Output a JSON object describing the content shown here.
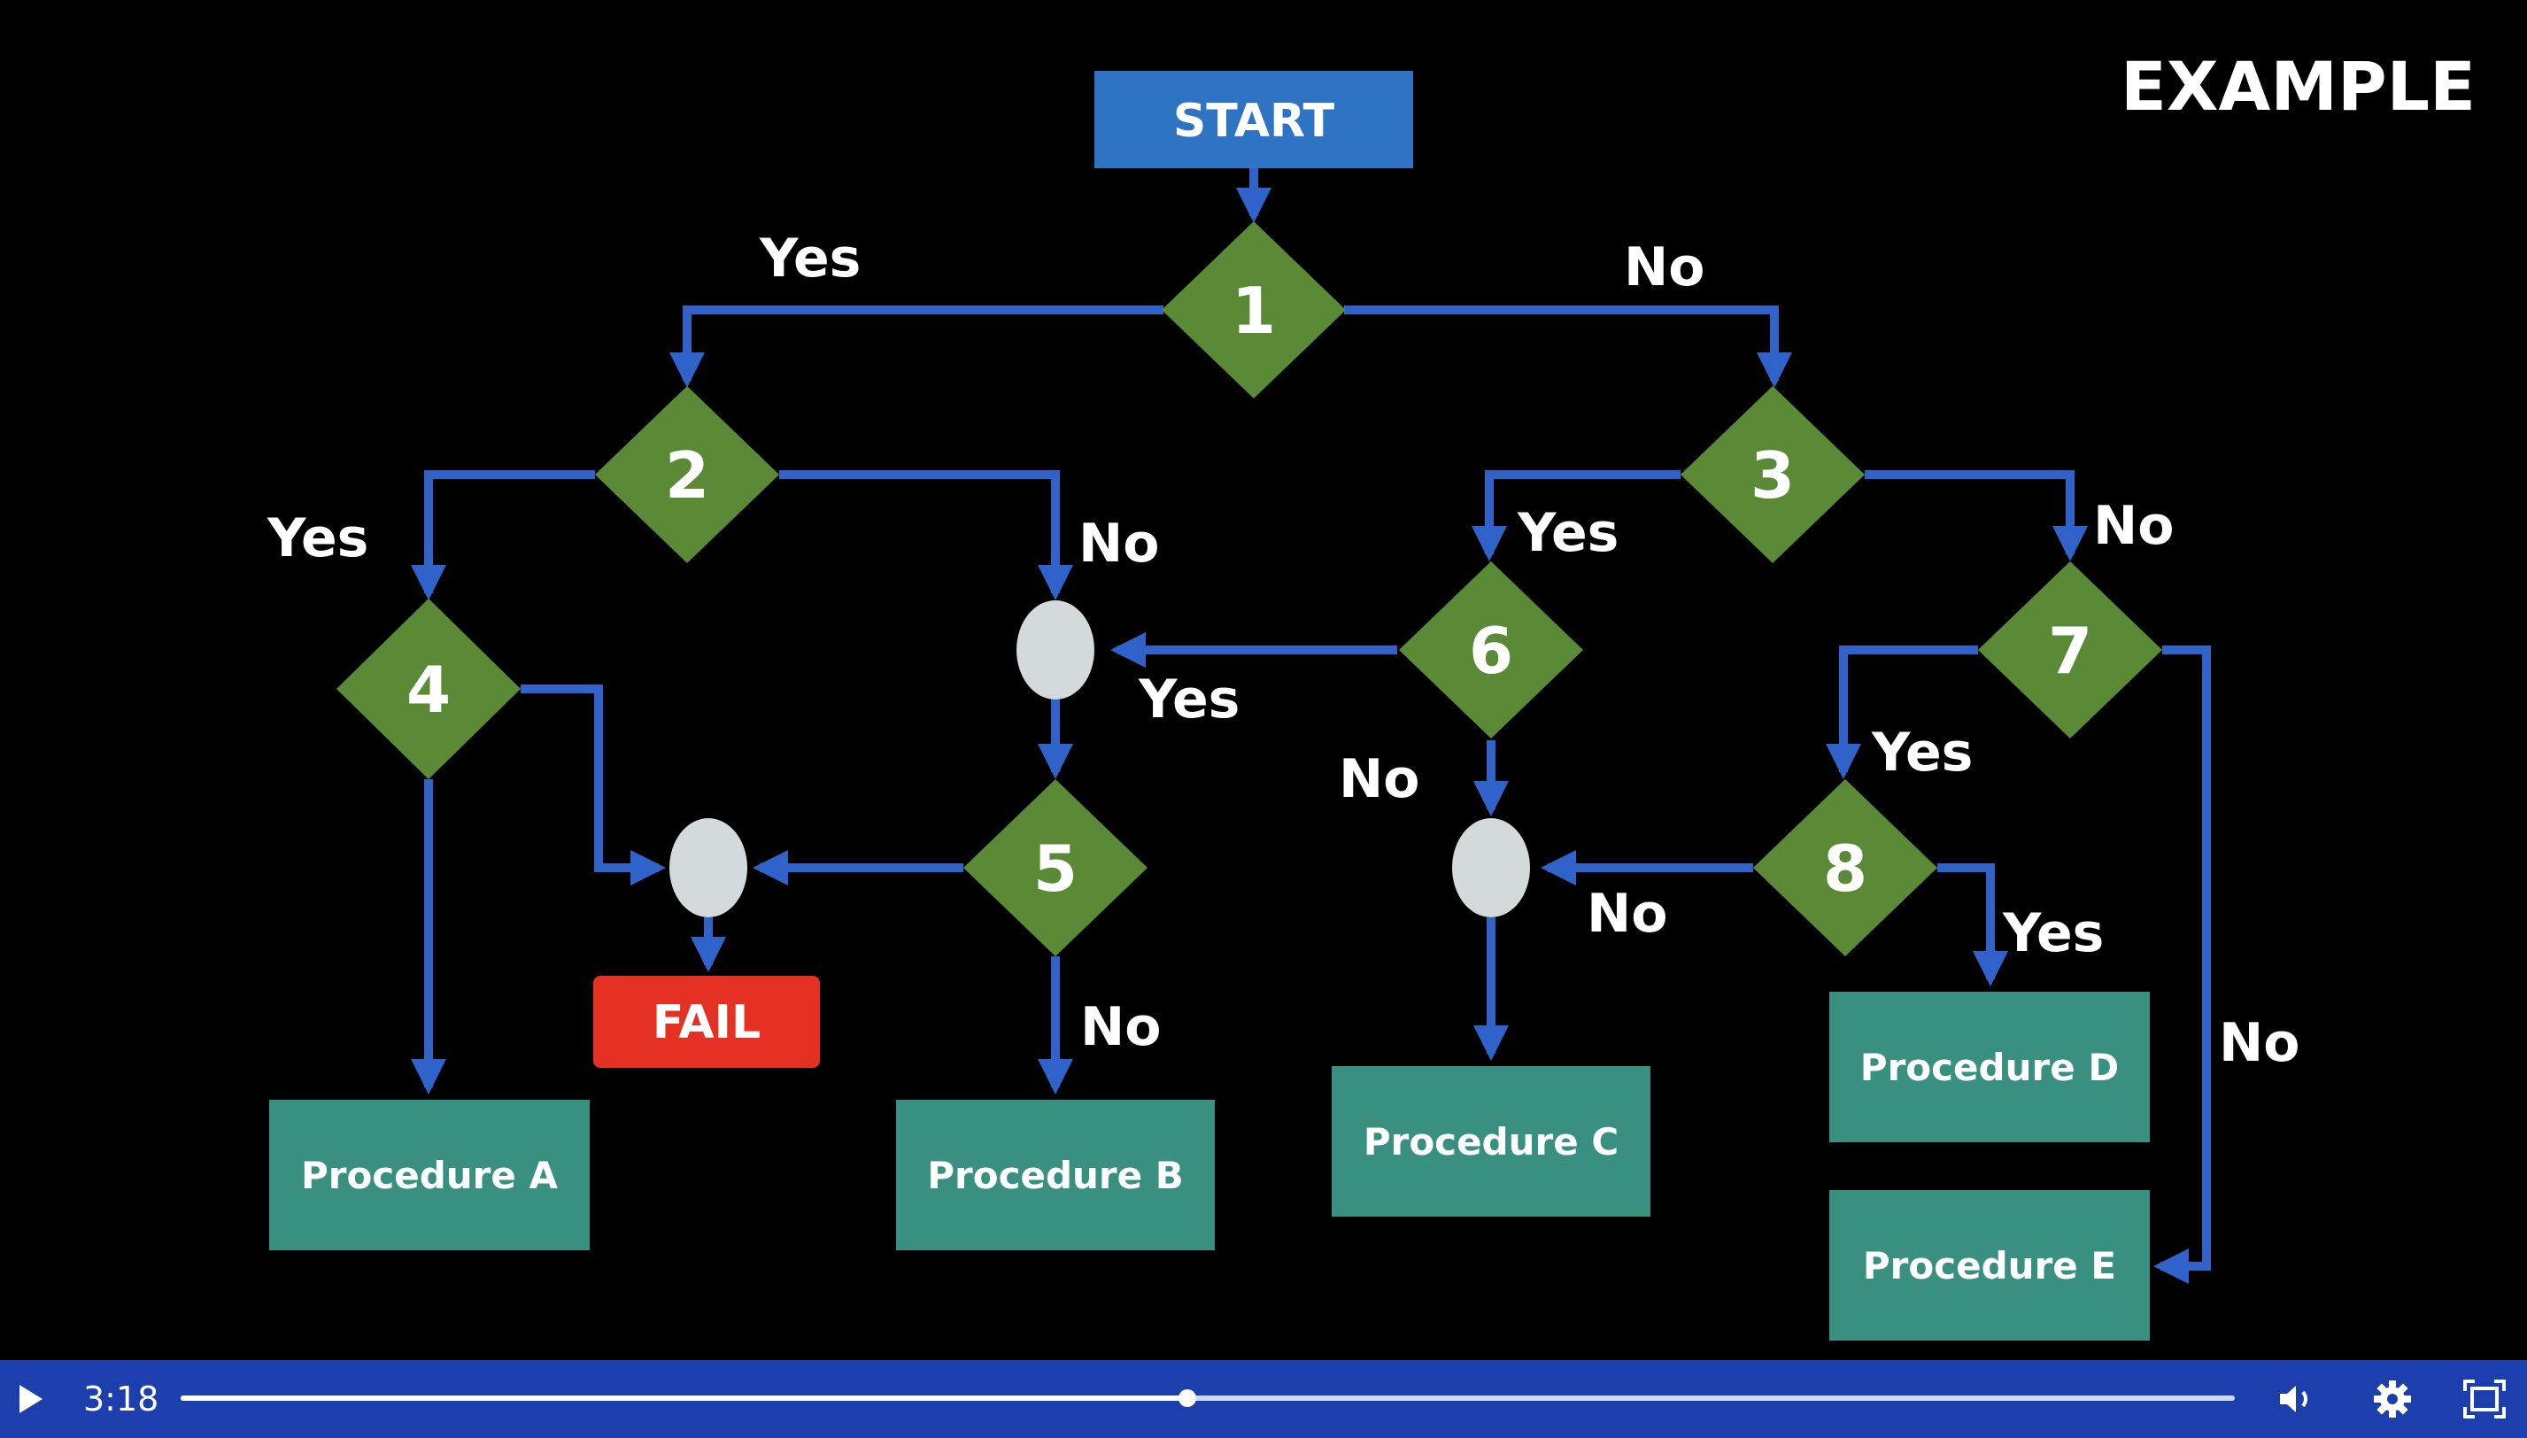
{
  "slide": {
    "title": "EXAMPLE",
    "start": "START",
    "fail": "FAIL",
    "decisions": {
      "d1": "1",
      "d2": "2",
      "d3": "3",
      "d4": "4",
      "d5": "5",
      "d6": "6",
      "d7": "7",
      "d8": "8"
    },
    "procedures": {
      "a": "Procedure A",
      "b": "Procedure B",
      "c": "Procedure C",
      "d": "Procedure D",
      "e": "Procedure E"
    },
    "edges": {
      "d1_yes": "Yes",
      "d1_no": "No",
      "d2_yes": "Yes",
      "d2_no": "No",
      "d3_yes": "Yes",
      "d3_no": "No",
      "d6_yes": "Yes",
      "d6_no": "No",
      "d5_no": "No",
      "d7_yes": "Yes",
      "d7_no": "No",
      "d8_no": "No",
      "d8_yes": "Yes"
    },
    "colors": {
      "decision": "#5a8a36",
      "procedure": "#3a9080",
      "start": "#2e73c4",
      "fail": "#e53124",
      "arrow": "#2f63c9",
      "junction": "#d4d9dc"
    }
  },
  "player": {
    "time": "3:18",
    "progress_fraction": 0.49,
    "icons": [
      "play-icon",
      "volume-icon",
      "settings-gear-icon",
      "fullscreen-icon"
    ]
  }
}
